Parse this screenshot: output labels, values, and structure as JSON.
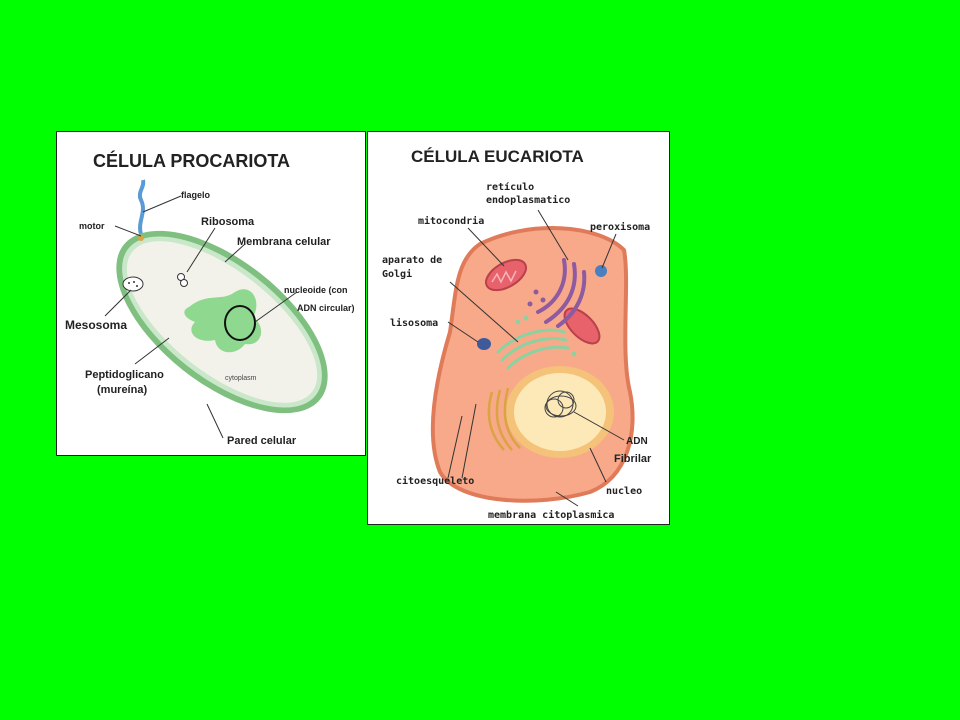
{
  "background_color": "#00ff00",
  "prokaryote": {
    "title": "CÉLULA PROCARIOTA",
    "labels": {
      "flagelo": "flagelo",
      "motor": "motor",
      "ribosoma": "Ribosoma",
      "membrana": "Membrana celular",
      "nucleoide_1": "nucleoide (con",
      "nucleoide_2": "ADN circular)",
      "mesosoma": "Mesosoma",
      "peptido_1": "Peptidoglicano",
      "peptido_2": "(mureína)",
      "cytoplasm": "cytoplasm",
      "pared": "Pared celular"
    },
    "colors": {
      "wall": "#7fbf7f",
      "cytoplasm": "#f2f2ea",
      "nucleoid": "#8fd88f",
      "flagellum": "#5b9bd5"
    }
  },
  "eukaryote": {
    "title": "CÉLULA EUCARIOTA",
    "labels": {
      "reticulo_1": "retículo",
      "reticulo_2": "endoplasmatico",
      "mitocondria": "mitocondria",
      "peroxisoma": "peroxisoma",
      "golgi_1": "aparato de",
      "golgi_2": "Golgi",
      "lisosoma": "lisosoma",
      "adn": "ADN",
      "fibrilar": "Fibrilar",
      "citoesqueleto": "citoesqueleto",
      "nucleo": "nucleo",
      "membrana": "membrana citoplasmica"
    },
    "colors": {
      "cell": "#f7a98a",
      "membrane": "#e07b5a",
      "nucleus": "#fde9b8",
      "mito": "#e8626b",
      "er": "#8e5aa0",
      "golgi": "#8fd0a0",
      "peroxisome": "#4a7fc0"
    }
  }
}
